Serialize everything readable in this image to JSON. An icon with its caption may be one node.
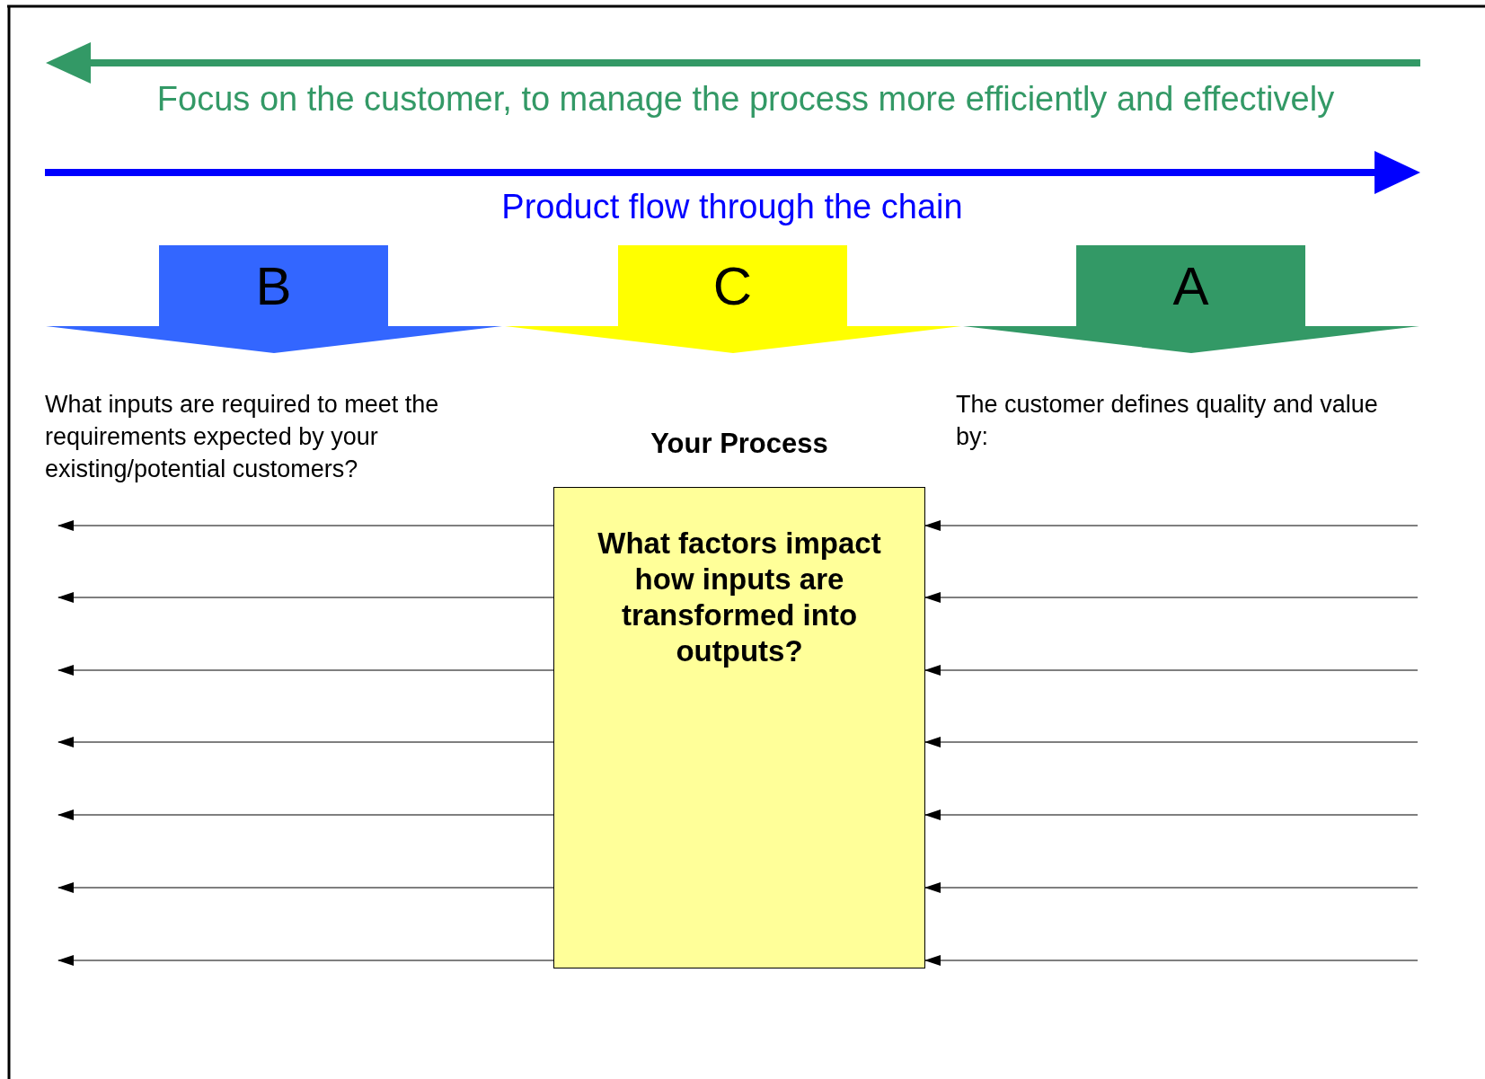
{
  "diagram": {
    "nodes": [
      {
        "text": [
          "B"
        ]
      },
      {
        "text": [
          "C"
        ]
      },
      {
        "text": [
          "A"
        ]
      },
      {
        "text": [
          "Your Process",
          "What factors impact how inputs are transformed into outputs?"
        ]
      }
    ],
    "edges": [
      {
        "from": 3,
        "to": null,
        "arrow": "to"
      },
      {
        "from": 3,
        "to": null,
        "arrow": "to"
      },
      {
        "from": 3,
        "to": null,
        "arrow": "to"
      },
      {
        "from": 3,
        "to": null,
        "arrow": "to"
      },
      {
        "from": 3,
        "to": null,
        "arrow": "to"
      },
      {
        "from": 3,
        "to": null,
        "arrow": "to"
      },
      {
        "from": 3,
        "to": null,
        "arrow": "to"
      },
      {
        "from": null,
        "to": 3,
        "arrow": "to"
      },
      {
        "from": null,
        "to": 3,
        "arrow": "to"
      },
      {
        "from": null,
        "to": 3,
        "arrow": "to"
      },
      {
        "from": null,
        "to": 3,
        "arrow": "to"
      },
      {
        "from": null,
        "to": 3,
        "arrow": "to"
      },
      {
        "from": null,
        "to": 3,
        "arrow": "to"
      },
      {
        "from": null,
        "to": 3,
        "arrow": "to"
      }
    ],
    "labels": [
      "Focus on the customer, to manage the process more efficiently and effectively",
      "Product flow through the chain",
      "What inputs are required to meet the requirements expected by your existing/potential customers?",
      "The customer defines quality and value by:"
    ]
  }
}
